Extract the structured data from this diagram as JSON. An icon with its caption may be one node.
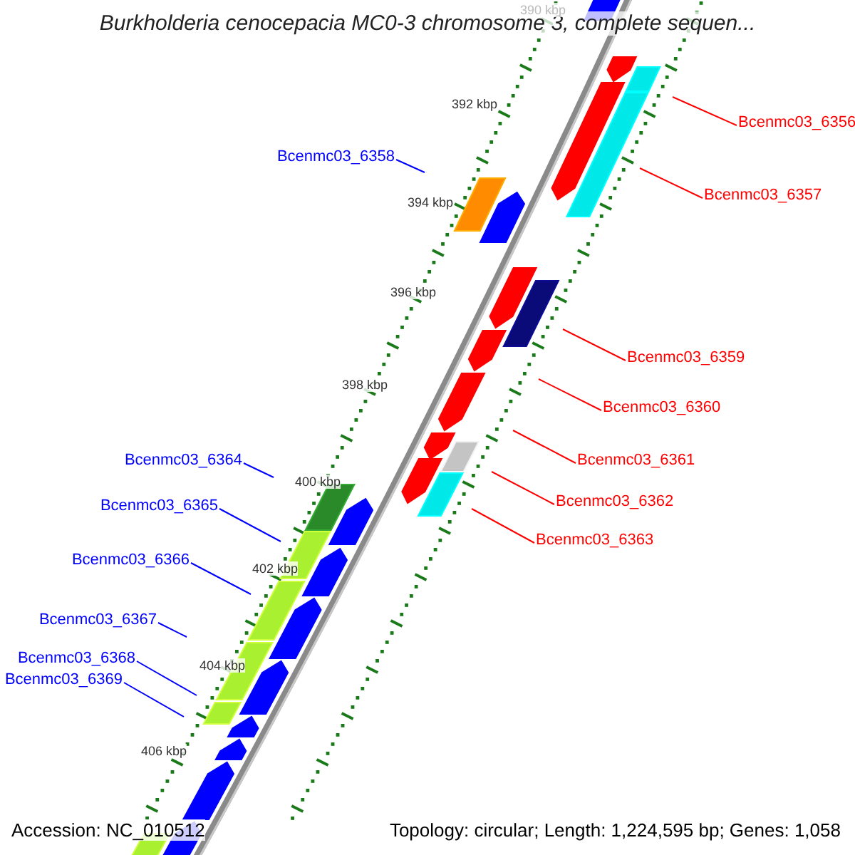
{
  "diagram": {
    "title": "Burkholderia cenocepacia MC0-3 chromosome 3, complete sequen...",
    "nodes": [
      {
        "text": [
          "Bcenmc03_6356"
        ]
      },
      {
        "text": [
          "Bcenmc03_6358"
        ]
      },
      {
        "text": [
          "Bcenmc03_6357"
        ]
      },
      {
        "text": [
          "Bcenmc03_6359"
        ]
      },
      {
        "text": [
          "Bcenmc03_6360"
        ]
      },
      {
        "text": [
          "Bcenmc03_6364"
        ]
      },
      {
        "text": [
          "Bcenmc03_6361"
        ]
      },
      {
        "text": [
          "Bcenmc03_6362"
        ]
      },
      {
        "text": [
          "Bcenmc03_6365"
        ]
      },
      {
        "text": [
          "Bcenmc03_6363"
        ]
      },
      {
        "text": [
          "Bcenmc03_6366"
        ]
      },
      {
        "text": [
          "Bcenmc03_6367"
        ]
      },
      {
        "text": [
          "Bcenmc03_6368"
        ]
      },
      {
        "text": [
          "Bcenmc03_6369"
        ]
      }
    ],
    "edges": [
      {
        "from": 0,
        "to": null,
        "arrow": "none",
        "color": "#ff0000"
      },
      {
        "from": 1,
        "to": null,
        "arrow": "none",
        "color": "#0000ff"
      },
      {
        "from": 2,
        "to": null,
        "arrow": "none",
        "color": "#ff0000"
      },
      {
        "from": 3,
        "to": null,
        "arrow": "none",
        "color": "#ff0000"
      },
      {
        "from": 4,
        "to": null,
        "arrow": "none",
        "color": "#ff0000"
      },
      {
        "from": 5,
        "to": null,
        "arrow": "none",
        "color": "#0000ff"
      },
      {
        "from": 6,
        "to": null,
        "arrow": "none",
        "color": "#ff0000"
      },
      {
        "from": 7,
        "to": null,
        "arrow": "none",
        "color": "#ff0000"
      },
      {
        "from": 8,
        "to": null,
        "arrow": "none",
        "color": "#0000ff"
      },
      {
        "from": 9,
        "to": null,
        "arrow": "none",
        "color": "#ff0000"
      },
      {
        "from": 10,
        "to": null,
        "arrow": "none",
        "color": "#0000ff"
      },
      {
        "from": 11,
        "to": null,
        "arrow": "none",
        "color": "#0000ff"
      },
      {
        "from": 12,
        "to": null,
        "arrow": "none",
        "color": "#0000ff"
      },
      {
        "from": 13,
        "to": null,
        "arrow": "none",
        "color": "#0000ff"
      }
    ],
    "labels": [
      "390 kbp",
      "392 kbp",
      "394 kbp",
      "396 kbp",
      "398 kbp",
      "400 kbp",
      "402 kbp",
      "404 kbp",
      "406 kbp",
      "Accession: NC_010512",
      "Topology: circular; Length: 1,224,595 bp; Genes: 1,058"
    ]
  }
}
